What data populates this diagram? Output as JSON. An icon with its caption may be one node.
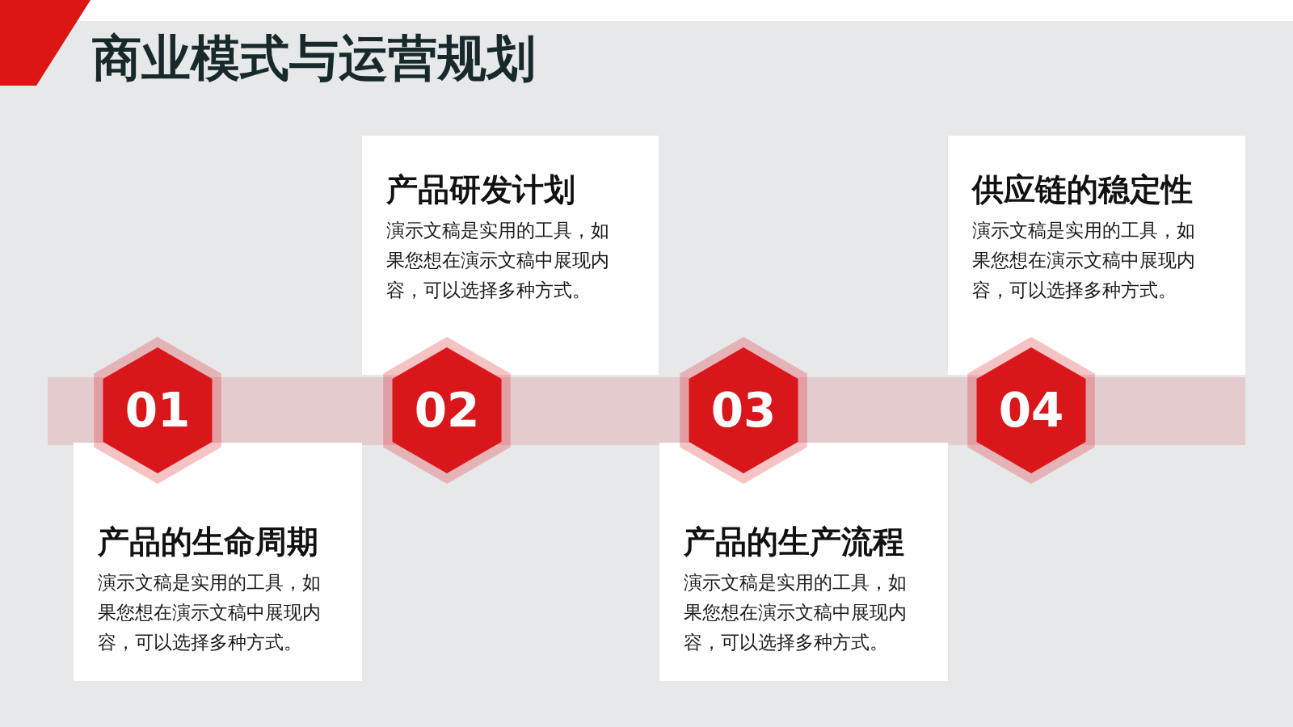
{
  "diagram": {
    "title": "商业模式与运营规划",
    "nodes": [
      {
        "text": [
          "01"
        ]
      },
      {
        "text": [
          "产品的生命周期",
          "演示文稿是实用的工具，如果您想在演示文稿中展现内容，可以选择多种方式。"
        ]
      },
      {
        "text": [
          "02"
        ]
      },
      {
        "text": [
          "产品研发计划",
          "演示文稿是实用的工具，如果您想在演示文稿中展现内容，可以选择多种方式。"
        ]
      },
      {
        "text": [
          "03"
        ]
      },
      {
        "text": [
          "产品的生产流程",
          "演示文稿是实用的工具，如果您想在演示文稿中展现内容，可以选择多种方式。"
        ]
      },
      {
        "text": [
          "04"
        ]
      },
      {
        "text": [
          "供应链的稳定性",
          "演示文稿是实用的工具，如果您想在演示文稿中展现内容，可以选择多种方式。"
        ]
      }
    ]
  }
}
